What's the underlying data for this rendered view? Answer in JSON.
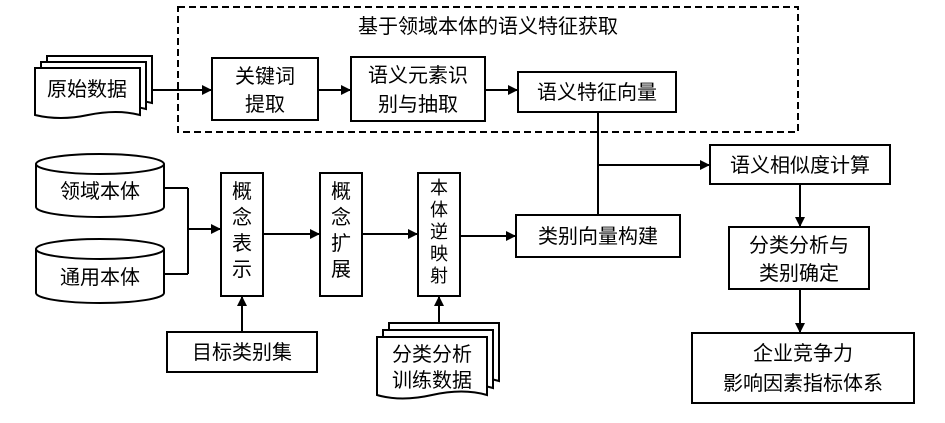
{
  "group_title": "基于领域本体的语义特征获取",
  "nodes": {
    "raw_data": "原始数据",
    "keyword_1": "关键词",
    "keyword_2": "提取",
    "semantic_1": "语义元素识",
    "semantic_2": "别与抽取",
    "semantic_vector": "语义特征向量",
    "similarity": "语义相似度计算",
    "domain_ontology": "领域本体",
    "general_ontology": "通用本体",
    "concept_repr": [
      "概",
      "念",
      "表",
      "示"
    ],
    "concept_expand": [
      "概",
      "念",
      "扩",
      "展"
    ],
    "ontology_reverse": [
      "本",
      "体",
      "逆",
      "映",
      "射"
    ],
    "class_vector": "类别向量构建",
    "classify_1": "分类分析与",
    "classify_2": "类别确定",
    "target_set": "目标类别集",
    "training_1": "分类分析",
    "training_2": "训练数据",
    "result_1": "企业竞争力",
    "result_2": "影响因素指标体系"
  }
}
